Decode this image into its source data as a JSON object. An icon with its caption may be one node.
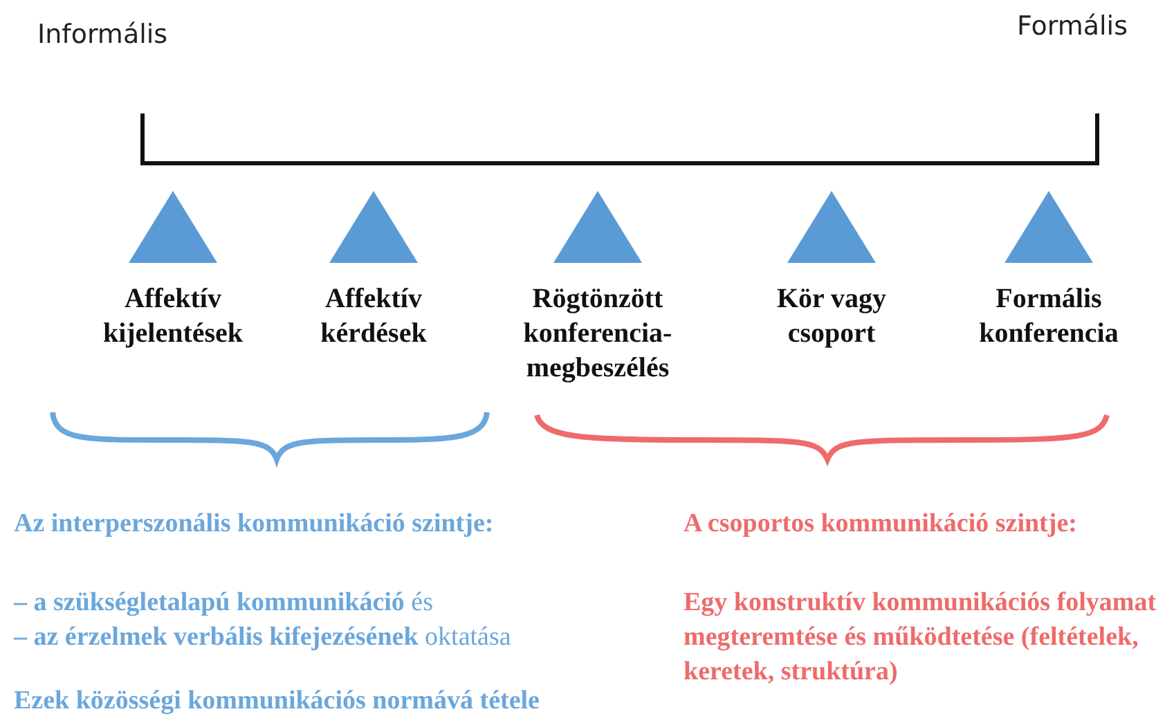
{
  "diagram": {
    "nodes": [
      {
        "text": [
          "Affektív kijelentések"
        ]
      },
      {
        "text": [
          "Affektív kérdések"
        ]
      },
      {
        "text": [
          "Rögtönzött konferencia-megbeszélés"
        ]
      },
      {
        "text": [
          "Kör vagy csoport"
        ]
      },
      {
        "text": [
          "Formális konferencia"
        ]
      }
    ],
    "labels": [
      "Informális",
      "Formális",
      "Az interperszonális kommunikáció szintje:",
      "**– a szükségletalapú kommunikáció** és",
      "**– az érzelmek verbális kifejezésének** oktatása",
      "Ezek közösségi kommunikációs normává tétele",
      "A csoportos kommunikáció szintje:",
      "Egy konstruktív kommunikációs folyamat megteremtése és működtetése (feltételek, keretek, struktúra)"
    ]
  }
}
